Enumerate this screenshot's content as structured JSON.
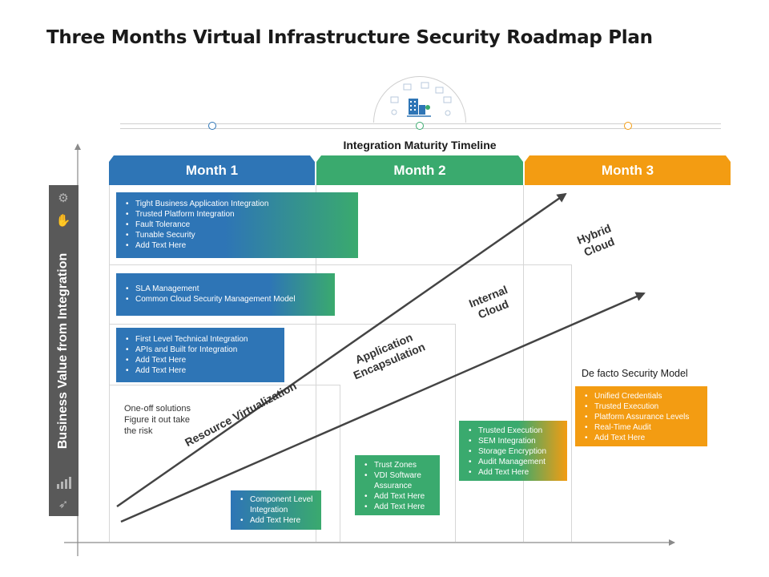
{
  "title": "Three Months Virtual Infrastructure Security Roadmap Plan",
  "timeline_label": "Integration Maturity Timeline",
  "months": [
    "Month 1",
    "Month 2",
    "Month 3"
  ],
  "y_axis_label": "Business Value from Integration",
  "colors": {
    "blue": "#2e75b6",
    "green": "#3aaa6e",
    "orange": "#f39c12",
    "gray": "#595959"
  },
  "boxes": {
    "m1_top": [
      "Tight Business Application Integration",
      "Trusted Platform Integration",
      "Fault Tolerance",
      "Tunable Security",
      "Add Text Here"
    ],
    "m1_mid": [
      "SLA Management",
      "Common Cloud Security Management Model"
    ],
    "m1_low": [
      "First Level Technical Integration",
      "APIs and Built for Integration",
      "Add Text Here",
      "Add Text Here"
    ],
    "component": [
      "Component Level Integration",
      "Add Text Here"
    ],
    "trust": [
      "Trust Zones",
      "VDI Software Assurance",
      "Add Text Here",
      "Add Text Here"
    ],
    "trusted_exec": [
      "Trusted Execution",
      "SEM Integration",
      "Storage Encryption",
      "Audit Management",
      "Add Text Here"
    ],
    "unified": [
      "Unified Credentials",
      "Trusted Execution",
      "Platform Assurance Levels",
      "Real-Time Audit",
      "Add Text Here"
    ]
  },
  "oneoff": [
    "One-off solutions",
    "Figure it out take",
    "the risk"
  ],
  "stages": {
    "resource": "Resource Virtualization",
    "application": [
      "Application",
      "Encapsulation"
    ],
    "internal": [
      "Internal",
      "Cloud"
    ],
    "hybrid": [
      "Hybrid",
      "Cloud"
    ]
  },
  "defacto": "De facto Security Model",
  "icons": [
    "settings-icon",
    "handshake-icon",
    "chart-icon",
    "rocket-icon",
    "building-icon"
  ]
}
